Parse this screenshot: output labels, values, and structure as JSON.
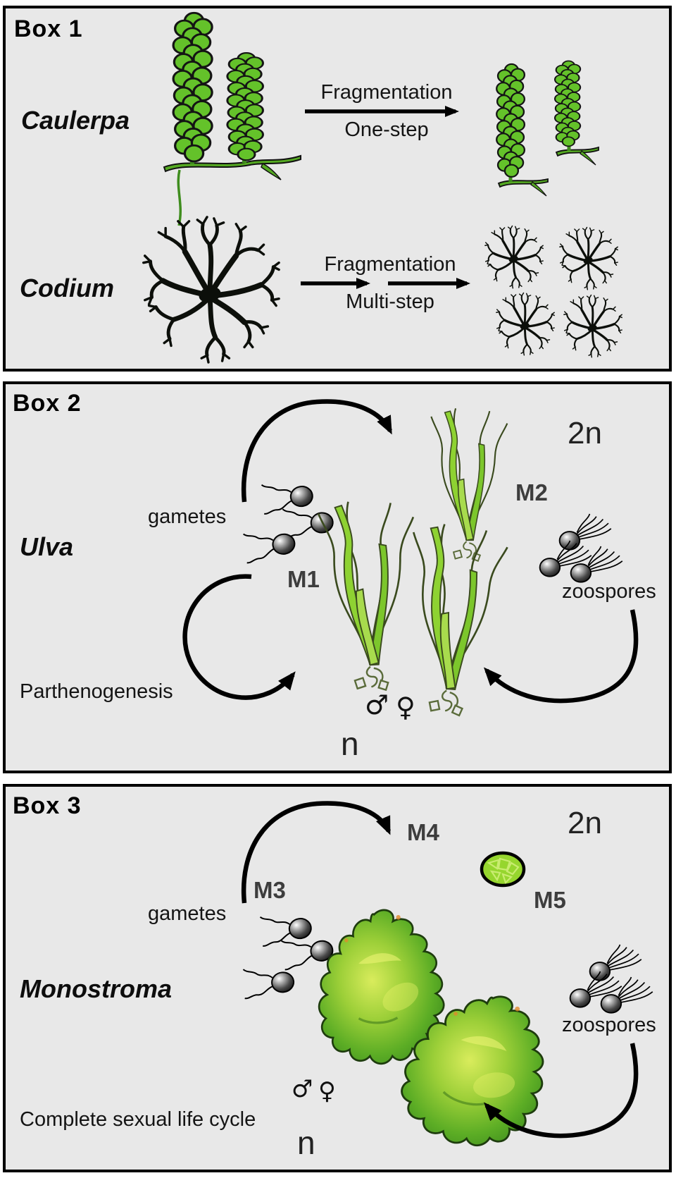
{
  "box1": {
    "title": "Box 1",
    "caulerpa": {
      "species": "Caulerpa",
      "process": "Fragmentation",
      "mode": "One-step"
    },
    "codium": {
      "species": "Codium",
      "process": "Fragmentation",
      "mode": "Multi-step"
    }
  },
  "box2": {
    "title": "Box 2",
    "species": "Ulva",
    "gametes_label": "gametes",
    "zoospores_label": "zoospores",
    "m1": "M1",
    "m2": "M2",
    "diploid": "2n",
    "haploid": "n",
    "parthenogenesis": "Parthenogenesis",
    "male": "♂",
    "female": "♀"
  },
  "box3": {
    "title": "Box 3",
    "species": "Monostroma",
    "gametes_label": "gametes",
    "zoospores_label": "zoospores",
    "m3": "M3",
    "m4": "M4",
    "m5": "M5",
    "diploid": "2n",
    "haploid": "n",
    "caption": "Complete sexual life cycle",
    "male": "♂",
    "female": "♀"
  },
  "colors": {
    "panel_bg": "#e8e8e8",
    "algae_green": "#64c22a",
    "thallus_green": "#5cad25",
    "ink": "#000000"
  }
}
